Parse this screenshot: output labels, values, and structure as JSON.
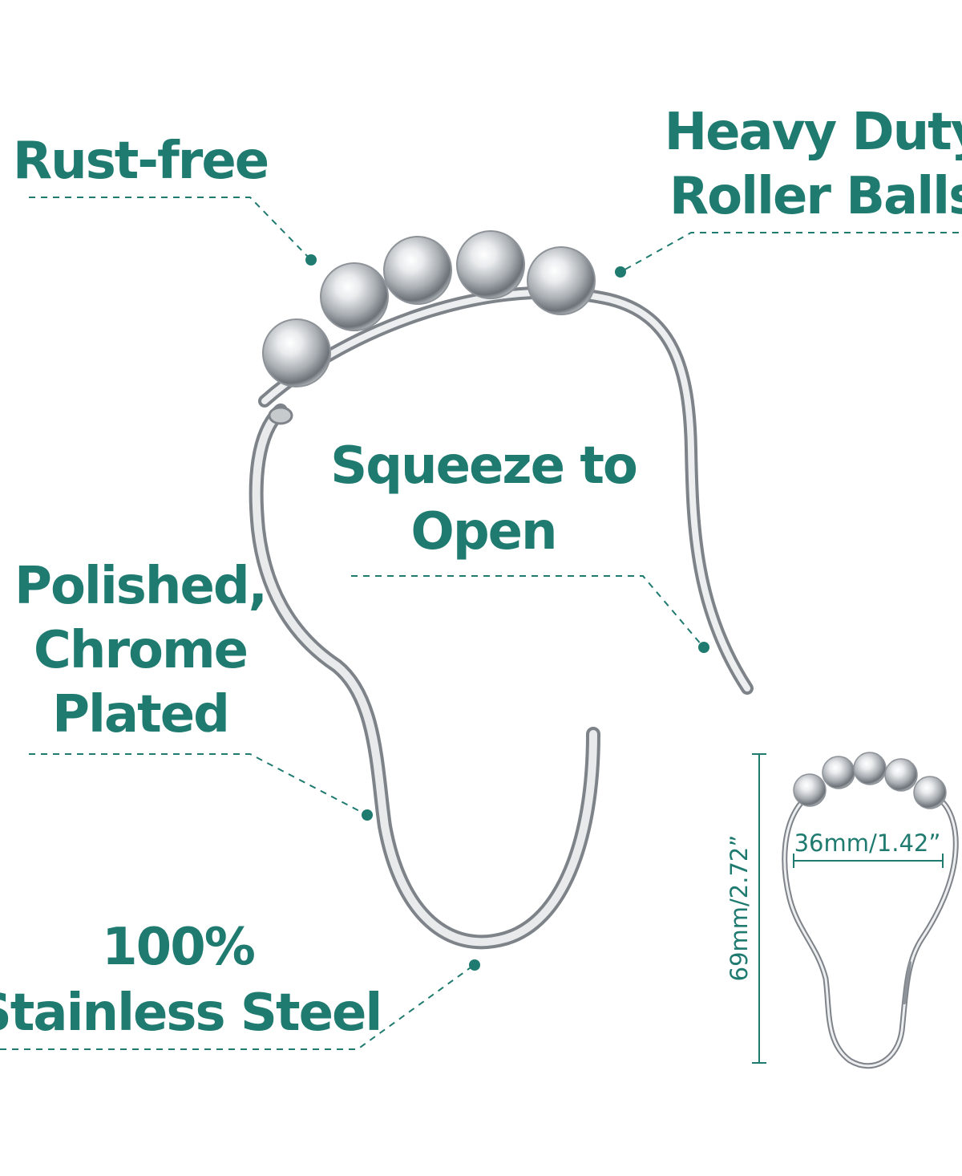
{
  "colors": {
    "accent": "#1f7a70",
    "chrome_light": "#f4f5f6",
    "chrome_mid": "#b9bdc1",
    "chrome_dark": "#6f757b",
    "background": "#ffffff"
  },
  "callouts": {
    "rust_free": {
      "line1": "Rust-free"
    },
    "roller_balls": {
      "line1": "Heavy Duty",
      "line2": "Roller Balls"
    },
    "squeeze": {
      "line1": "Squeeze to",
      "line2": "Open"
    },
    "polished": {
      "line1": "Polished,",
      "line2": "Chrome",
      "line3": "Plated"
    },
    "stainless": {
      "line1": "100%",
      "line2": "Stainless Steel"
    }
  },
  "dimensions": {
    "width_label": "36mm/1.42”",
    "height_label": "69mm/2.72”"
  },
  "product": {
    "ball_count": 5
  }
}
